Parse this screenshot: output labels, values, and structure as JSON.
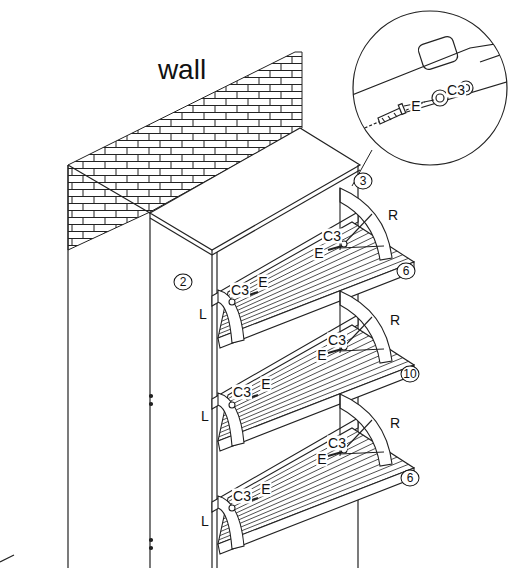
{
  "diagram": {
    "labels": [
      "wall",
      "E",
      "C3",
      "3",
      "R",
      "C3",
      "E",
      "6",
      "2",
      "C3",
      "E",
      "L",
      "R",
      "C3",
      "E",
      "10",
      "C3",
      "E",
      "L",
      "R",
      "C3",
      "E",
      "6",
      "C3",
      "E",
      "L"
    ]
  }
}
